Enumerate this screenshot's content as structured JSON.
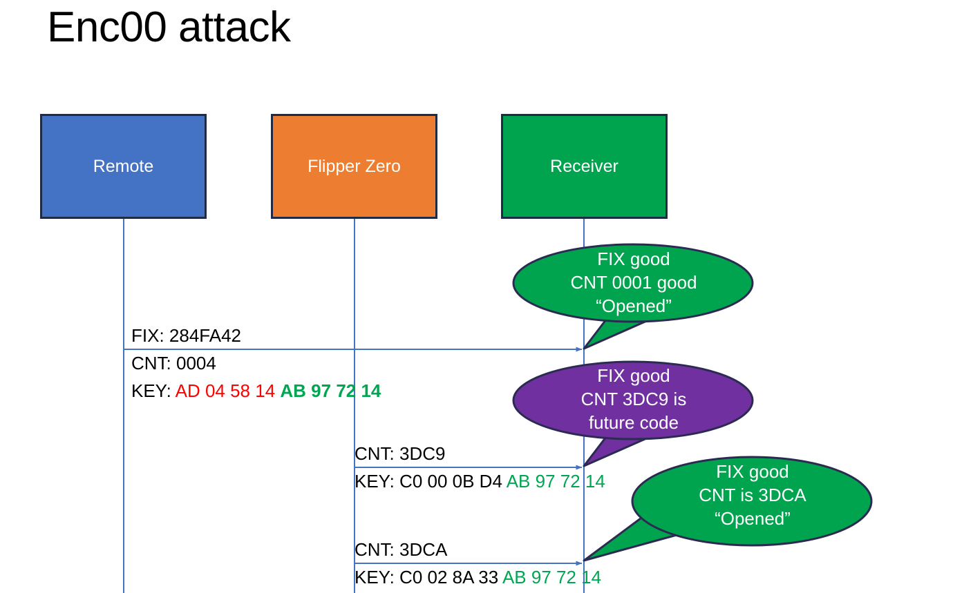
{
  "slide": {
    "title": "Enc00 attack",
    "background": "#FFFFFF"
  },
  "colors": {
    "remote_fill": "#4472C4",
    "flipper_fill": "#ED7D31",
    "receiver_fill": "#00A44F",
    "box_border": "#1F2A44",
    "lifeline": "#4472C4",
    "bubble_green": "#00A44F",
    "bubble_purple": "#7030A0",
    "bubble_border": "#2B2B52",
    "key_red": "#FF0000",
    "key_green": "#00A651",
    "text_black": "#000000",
    "text_white": "#FFFFFF"
  },
  "actors": [
    {
      "id": "remote",
      "label": "Remote"
    },
    {
      "id": "flipper",
      "label": "Flipper Zero"
    },
    {
      "id": "receiver",
      "label": "Receiver"
    }
  ],
  "messages": [
    {
      "id": "msg1",
      "from": "remote",
      "to": "receiver",
      "fix_line": "FIX: 284FA42",
      "cnt_line": "CNT: 0004",
      "key_label": "KEY: ",
      "key_first_half": "AD 04 58 14",
      "key_second_half": "AB 97 72 14"
    },
    {
      "id": "msg2",
      "from": "flipper",
      "to": "receiver",
      "cnt_line": "CNT: 3DC9",
      "key_label": "KEY: ",
      "key_first_half": "C0 00 0B D4",
      "key_second_half": "AB 97 72 14"
    },
    {
      "id": "msg3",
      "from": "flipper",
      "to": "receiver",
      "cnt_line": "CNT: 3DCA",
      "key_label": "KEY: ",
      "key_first_half": "C0 02 8A 33",
      "key_second_half": "AB 97 72 14"
    }
  ],
  "callouts": [
    {
      "id": "bubble1",
      "color": "green",
      "line1": "FIX good",
      "line2": "CNT 0001 good",
      "line3": "“Opened”"
    },
    {
      "id": "bubble2",
      "color": "purple",
      "line1": "FIX good",
      "line2": "CNT 3DC9 is",
      "line3": "future code"
    },
    {
      "id": "bubble3",
      "color": "green",
      "line1": "FIX good",
      "line2": "CNT is 3DCA",
      "line3": "“Opened”"
    }
  ]
}
